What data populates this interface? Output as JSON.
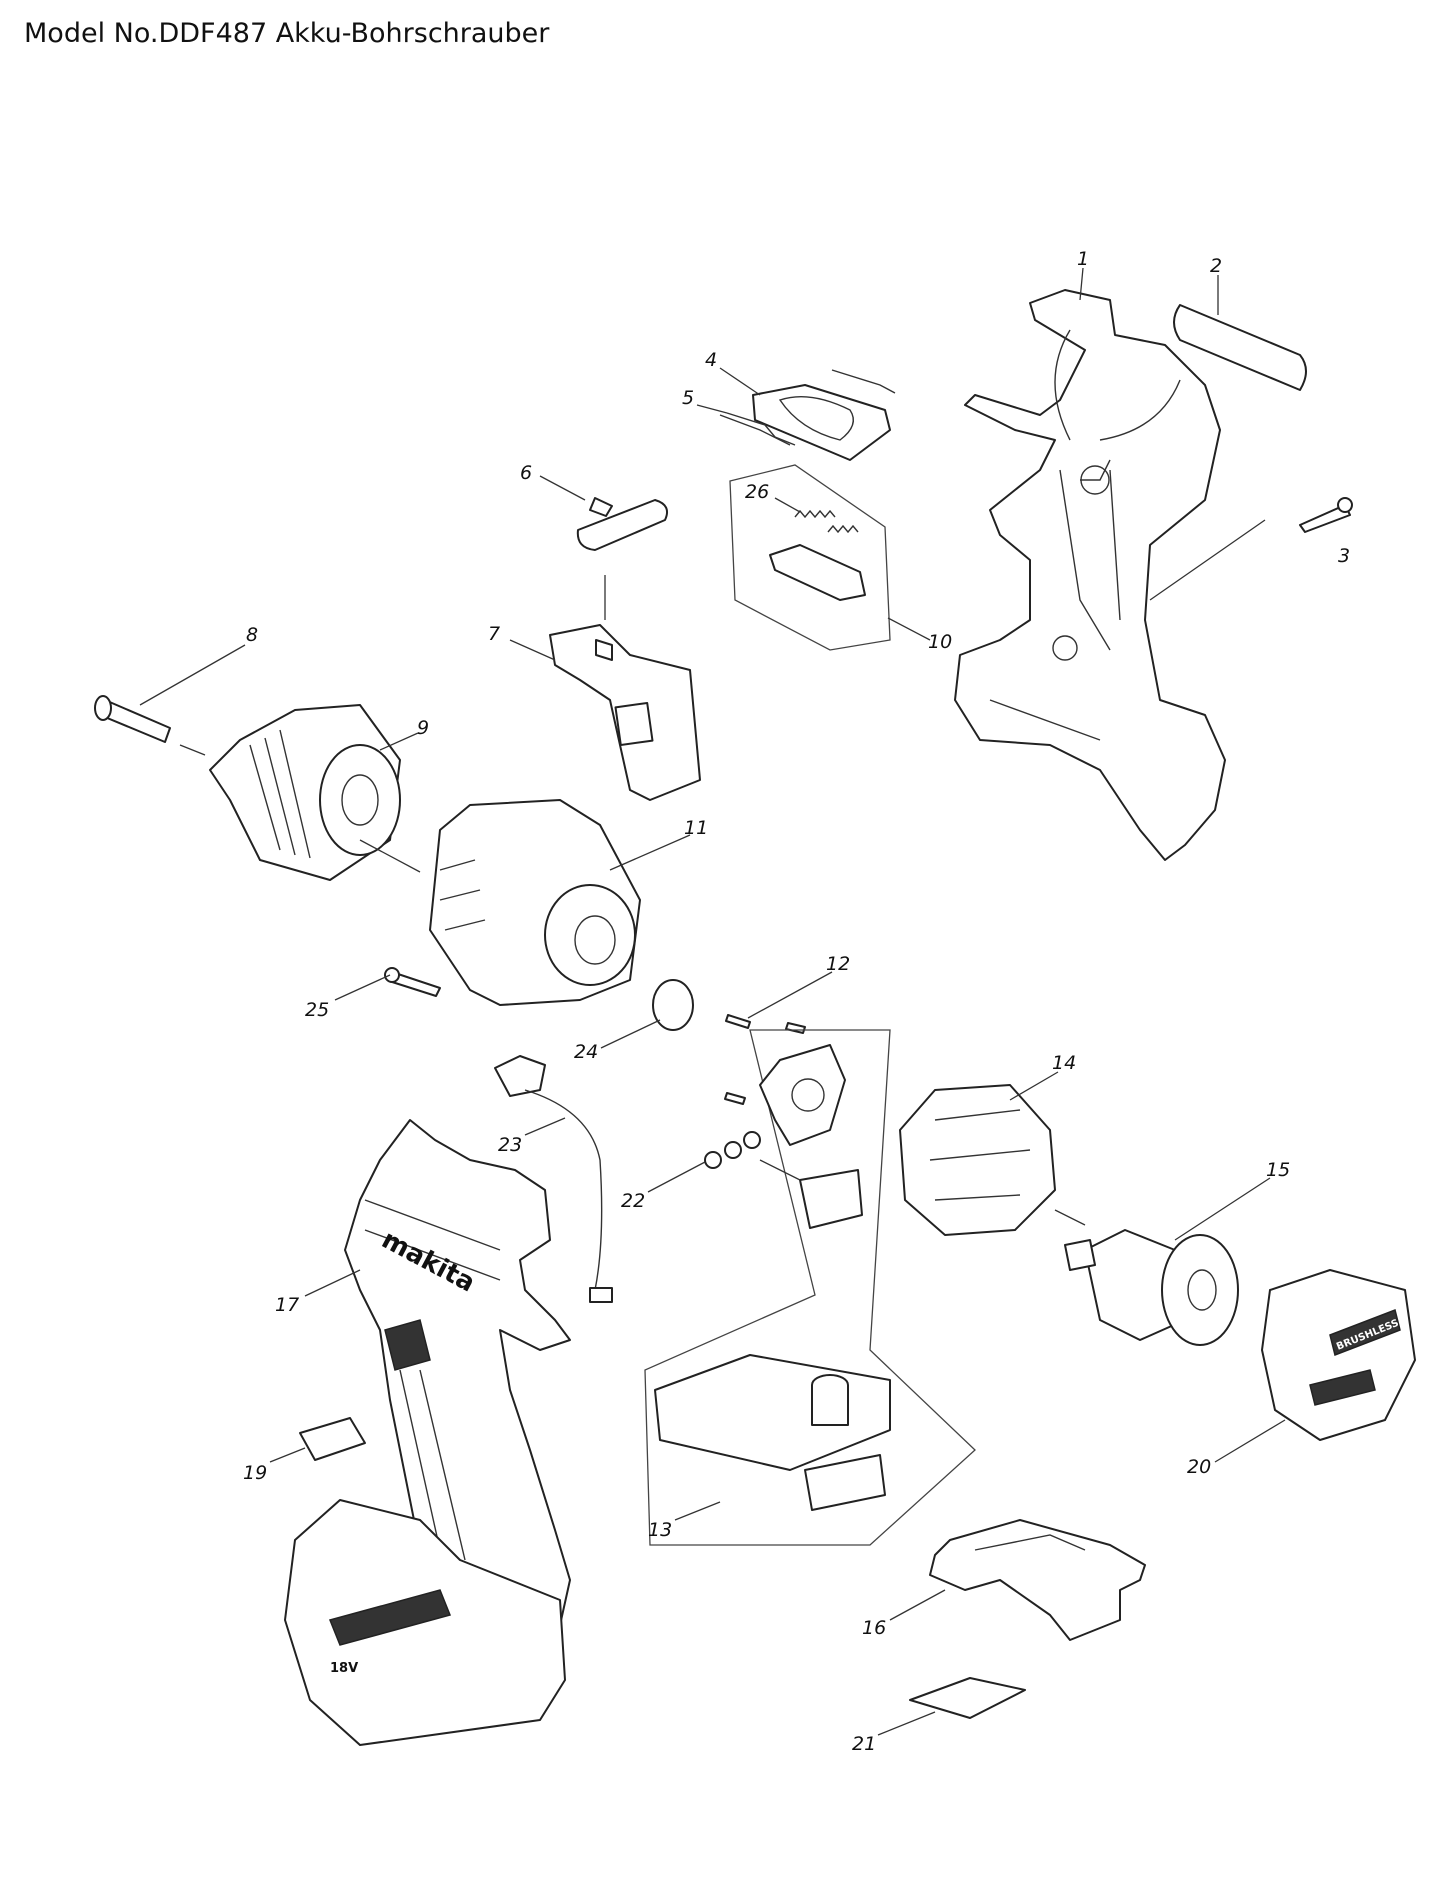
{
  "title": "Model No.DDF487 Akku-Bohrschrauber",
  "parts": {
    "p1": "1",
    "p2": "2",
    "p3": "3",
    "p4": "4",
    "p5": "5",
    "p6": "6",
    "p7": "7",
    "p8": "8",
    "p9": "9",
    "p10": "10",
    "p11": "11",
    "p12": "12",
    "p13": "13",
    "p14": "14",
    "p15": "15",
    "p16": "16",
    "p17": "17",
    "p19": "19",
    "p20": "20",
    "p21": "21",
    "p22": "22",
    "p23": "23",
    "p24": "24",
    "p25": "25",
    "p26": "26"
  },
  "logos": {
    "housing_brand": "makita",
    "housing_badge": "BRUSHLESS",
    "cap_badge": "BRUSHLESS",
    "voltage": "18V"
  }
}
